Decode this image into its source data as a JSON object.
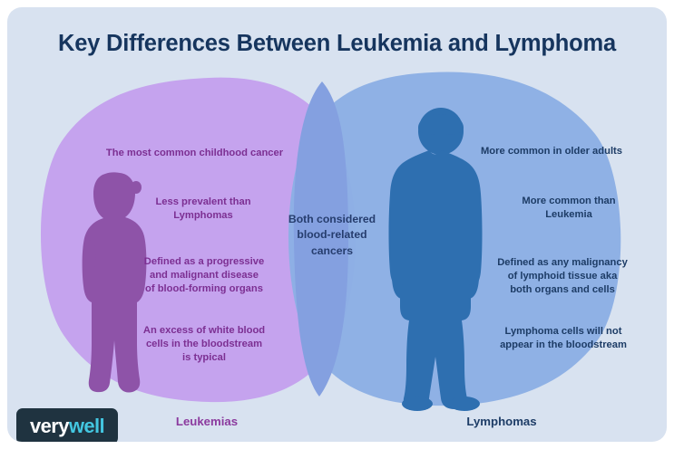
{
  "title": "Key Differences Between Leukemia and Lymphoma",
  "colors": {
    "background": "#ffffff",
    "card": "#d8e2f0",
    "title_text": "#16355e",
    "leukemia_blob": "#c5a3ee",
    "lymphoma_blob": "#8cb0e4",
    "overlap_blob": "#84a0e0",
    "child_silhouette": "#8e53a8",
    "adult_silhouette": "#2e6fb0",
    "leukemia_text": "#7c2f92",
    "lymphoma_text": "#1d3c66",
    "overlap_text": "#263d6e",
    "logo_background": "#1f3340",
    "logo_accent": "#43c6e0"
  },
  "left": {
    "label": "Leukemias",
    "silhouette_name": "child-silhouette",
    "points": [
      "The most common childhood cancer",
      "Less prevalent than\nLymphomas",
      "Defined as a progressive\nand malignant disease\nof blood-forming organs",
      "An excess of white blood\ncells in the bloodstream\nis typical"
    ]
  },
  "center": {
    "points": [
      "Both considered\nblood-related\ncancers"
    ]
  },
  "right": {
    "label": "Lymphomas",
    "silhouette_name": "adult-silhouette",
    "points": [
      "More common in older adults",
      "More common than\nLeukemia",
      "Defined as any malignancy\nof lymphoid tissue aka\nboth organs and cells",
      "Lymphoma cells will not\nappear in the bloodstream"
    ]
  },
  "logo": {
    "part_one": "very",
    "part_two": "well"
  }
}
